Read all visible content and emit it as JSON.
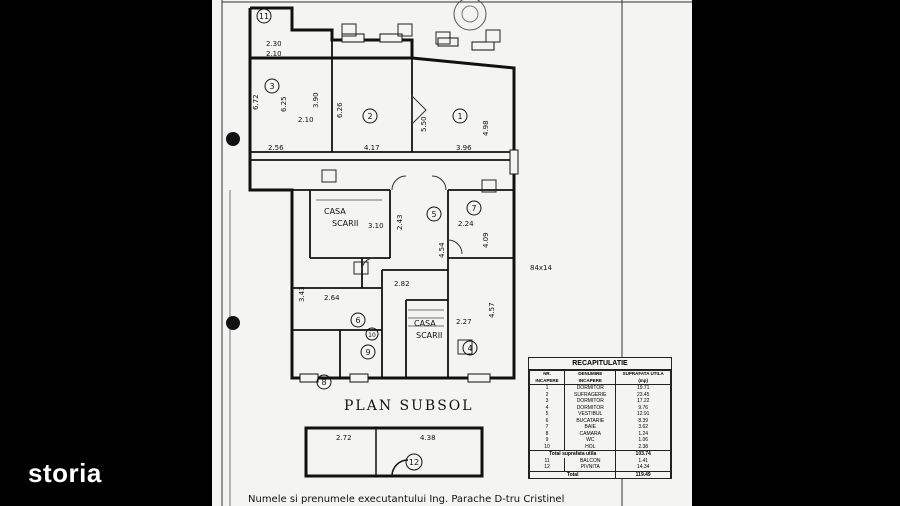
{
  "brand": {
    "name": "storia"
  },
  "plan": {
    "title": "PLAN SUBSOL",
    "footer": "Numele si prenumele executantului Ing. Parache D-tru Cristinel",
    "label_casa_scarii": [
      "CASA",
      "SCARII"
    ],
    "dimensions": [
      "2.30",
      "2.10",
      "6.72",
      "6.25",
      "3.90",
      "2.10",
      "6.26",
      "5.50",
      "4.98",
      "2.56",
      "4.17",
      "3.96",
      "2.24",
      "4.54",
      "3.10",
      "2.43",
      "4.09",
      "3.43",
      "2.64",
      "2.82",
      "2.27",
      "4.57",
      "2.72",
      "4.38",
      "84x14"
    ],
    "room_numbers": [
      "1",
      "2",
      "3",
      "4",
      "5",
      "6",
      "7",
      "8",
      "9",
      "10",
      "11",
      "12"
    ]
  },
  "recap": {
    "title": "RECAPITULATIE",
    "columns": [
      "NR. INCAPERE",
      "DENUMIRE INCAPERE",
      "SUPRAFATA UTILA (mp)"
    ],
    "rows": [
      [
        "1",
        "DORMITOR",
        "19.71"
      ],
      [
        "2",
        "SUFRAGERIE",
        "23.45"
      ],
      [
        "3",
        "DORMITOR",
        "17.22"
      ],
      [
        "4",
        "DORMITOR",
        "9.76"
      ],
      [
        "5",
        "VESTIBUL",
        "12.91"
      ],
      [
        "6",
        "BUCATARIE",
        "8.39"
      ],
      [
        "7",
        "BAIE",
        "3.62"
      ],
      [
        "8",
        "CAMARA",
        "1.24"
      ],
      [
        "9",
        "WC",
        "1.06"
      ],
      [
        "10",
        "HOL",
        "2.38"
      ]
    ],
    "total_label": "Total suprafata utila",
    "total_value": "103.74",
    "extra_rows": [
      [
        "11",
        "BALCON",
        "1.41"
      ],
      [
        "12",
        "PIVNITA",
        "14.34"
      ]
    ],
    "grand_total_label": "Total",
    "grand_total_value": "119.49"
  }
}
